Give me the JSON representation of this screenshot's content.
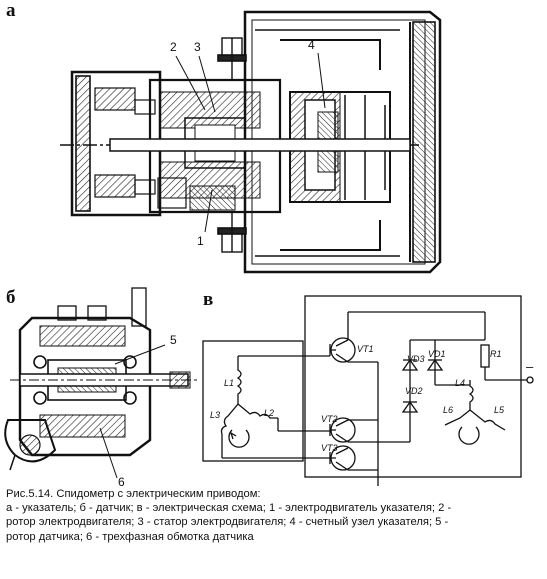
{
  "panels": {
    "a": "а",
    "b": "б",
    "c": "в"
  },
  "callouts_a": [
    "2",
    "3",
    "4",
    "1"
  ],
  "callouts_b": [
    "5",
    "6"
  ],
  "schematic": {
    "transistors": [
      "VT1",
      "VT2",
      "VT3"
    ],
    "diodes": [
      "VD3",
      "VD1",
      "VD2"
    ],
    "resistor": "R1",
    "coils_left": [
      "L1",
      "L3",
      "L2"
    ],
    "coils_right": [
      "L4",
      "L6",
      "L5"
    ],
    "minus": "–",
    "plus": "+"
  },
  "caption": {
    "line1": "Рис.5.14. Спидометр с электрическим приводом:",
    "line2": "а - указатель; б - датчик; в - электрическая схема; 1 - электродвигатель указателя; 2 -",
    "line3": "ротор электродвигателя; 3 - статор электродвигателя; 4 - счетный узел указателя; 5 -",
    "line4": "ротор датчика; 6 - трехфазная обмотка датчика"
  }
}
